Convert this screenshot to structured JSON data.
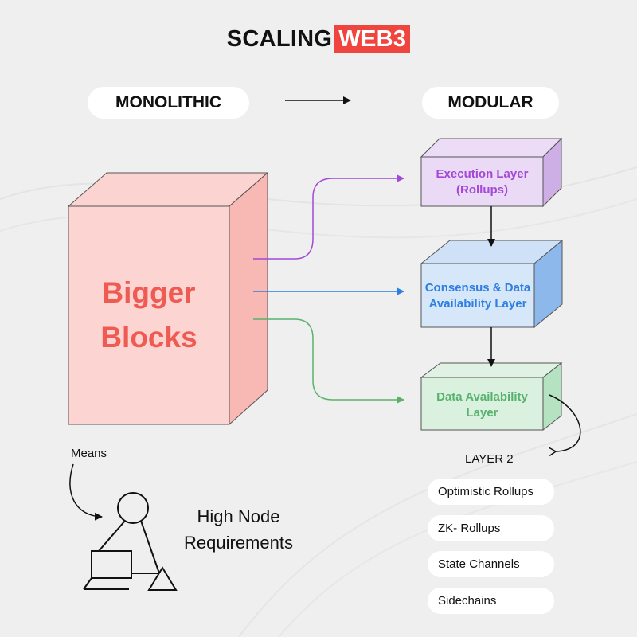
{
  "title": {
    "main": "SCALING",
    "highlight": "WEB3"
  },
  "headers": {
    "left": "MONOLITHIC",
    "right": "MODULAR"
  },
  "monolithic_block": {
    "line1": "Bigger",
    "line2": "Blocks"
  },
  "layers": {
    "execution": {
      "line1": "Execution Layer",
      "line2": "(Rollups)"
    },
    "consensus": {
      "line1": "Consensus & Data",
      "line2": "Availability Layer"
    },
    "data_availability": {
      "line1": "Data Availability",
      "line2": "Layer"
    }
  },
  "layer2": {
    "heading": "LAYER 2",
    "items": [
      "Optimistic Rollups",
      "ZK- Rollups",
      "State Channels",
      "Sidechains"
    ]
  },
  "means_label": "Means",
  "node_req": {
    "line1": "High Node",
    "line2": "Requirements"
  },
  "colors": {
    "accent": "#f0453e",
    "monolithic_text": "#ef5a52",
    "execution": "#a349d6",
    "consensus": "#2e7fe0",
    "data_availability": "#58b26d"
  }
}
